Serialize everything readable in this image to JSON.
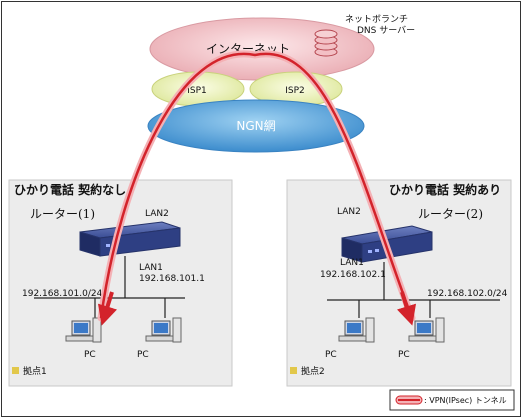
{
  "cloud": {
    "internet": "インターネット",
    "isp1": "ISP1",
    "isp2": "ISP2",
    "ngn": "NGN網",
    "dns_server": "ネットボランチ DNS サーバー"
  },
  "sites": [
    {
      "header": "ひかり電話 契約なし",
      "router_name": "ルーター(1)",
      "lan2": "LAN2",
      "lan1": "LAN1",
      "router_ip": "192.168.101.1",
      "network": "192.168.101.0/24",
      "pcs": [
        "PC",
        "PC"
      ],
      "site_tag": "拠点1"
    },
    {
      "header": "ひかり電話 契約あり",
      "router_name": "ルーター(2)",
      "lan2": "LAN2",
      "lan1": "LAN1",
      "router_ip": "192.168.102.1",
      "network": "192.168.102.0/24",
      "pcs": [
        "PC",
        "PC"
      ],
      "site_tag": "拠点2"
    }
  ],
  "legend": {
    "label": ": VPN(IPsec) トンネル"
  },
  "colors": {
    "internet_fill": "#f2c9cc",
    "isp_fill": "#eef3b8",
    "ngn_fill": "#5fa9dc",
    "site_panel": "#ececec",
    "router_body": "#2e3f83",
    "tunnel": "#d3232b",
    "tunnel_glow": "#f2a6aa"
  }
}
